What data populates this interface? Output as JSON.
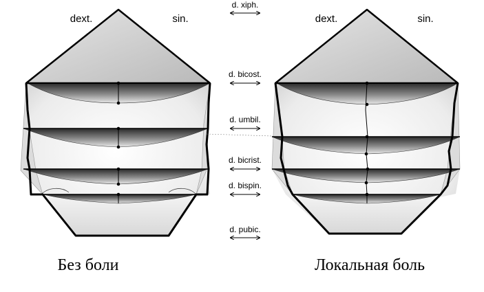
{
  "figure": {
    "left": {
      "caption": "Без боли",
      "label_right_side": "dext.",
      "label_left_side": "sin."
    },
    "right": {
      "caption": "Локальная боль",
      "label_right_side": "dext.",
      "label_left_side": "sin."
    },
    "distances": [
      {
        "label": "d. xiph."
      },
      {
        "label": "d. bicost."
      },
      {
        "label": "d. umbil."
      },
      {
        "label": "d. bicrist."
      },
      {
        "label": "d. bispin."
      },
      {
        "label": "d. pubic."
      }
    ],
    "colors": {
      "outline": "#000000",
      "fill_light": "#f2f2f2",
      "fill_mid": "#c8c8c8",
      "fill_dark": "#3a3a3a"
    }
  }
}
